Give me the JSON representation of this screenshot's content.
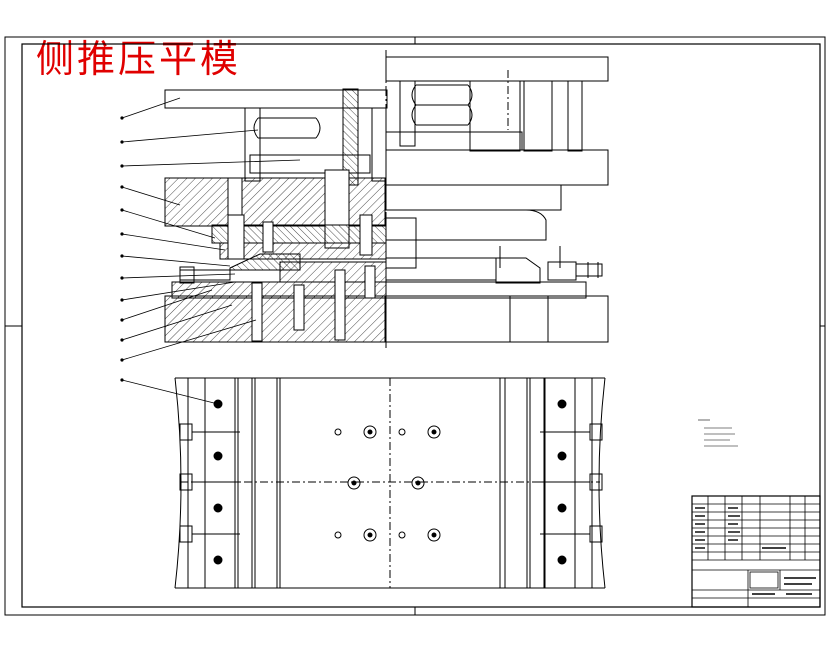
{
  "drawing": {
    "title": "侧推压平模",
    "callout_count": 13,
    "notes_block": {
      "line_count": 4
    },
    "title_block": {
      "rows": 12
    }
  },
  "colors": {
    "line": "#000000",
    "title": "#e00000",
    "background": "#ffffff"
  }
}
